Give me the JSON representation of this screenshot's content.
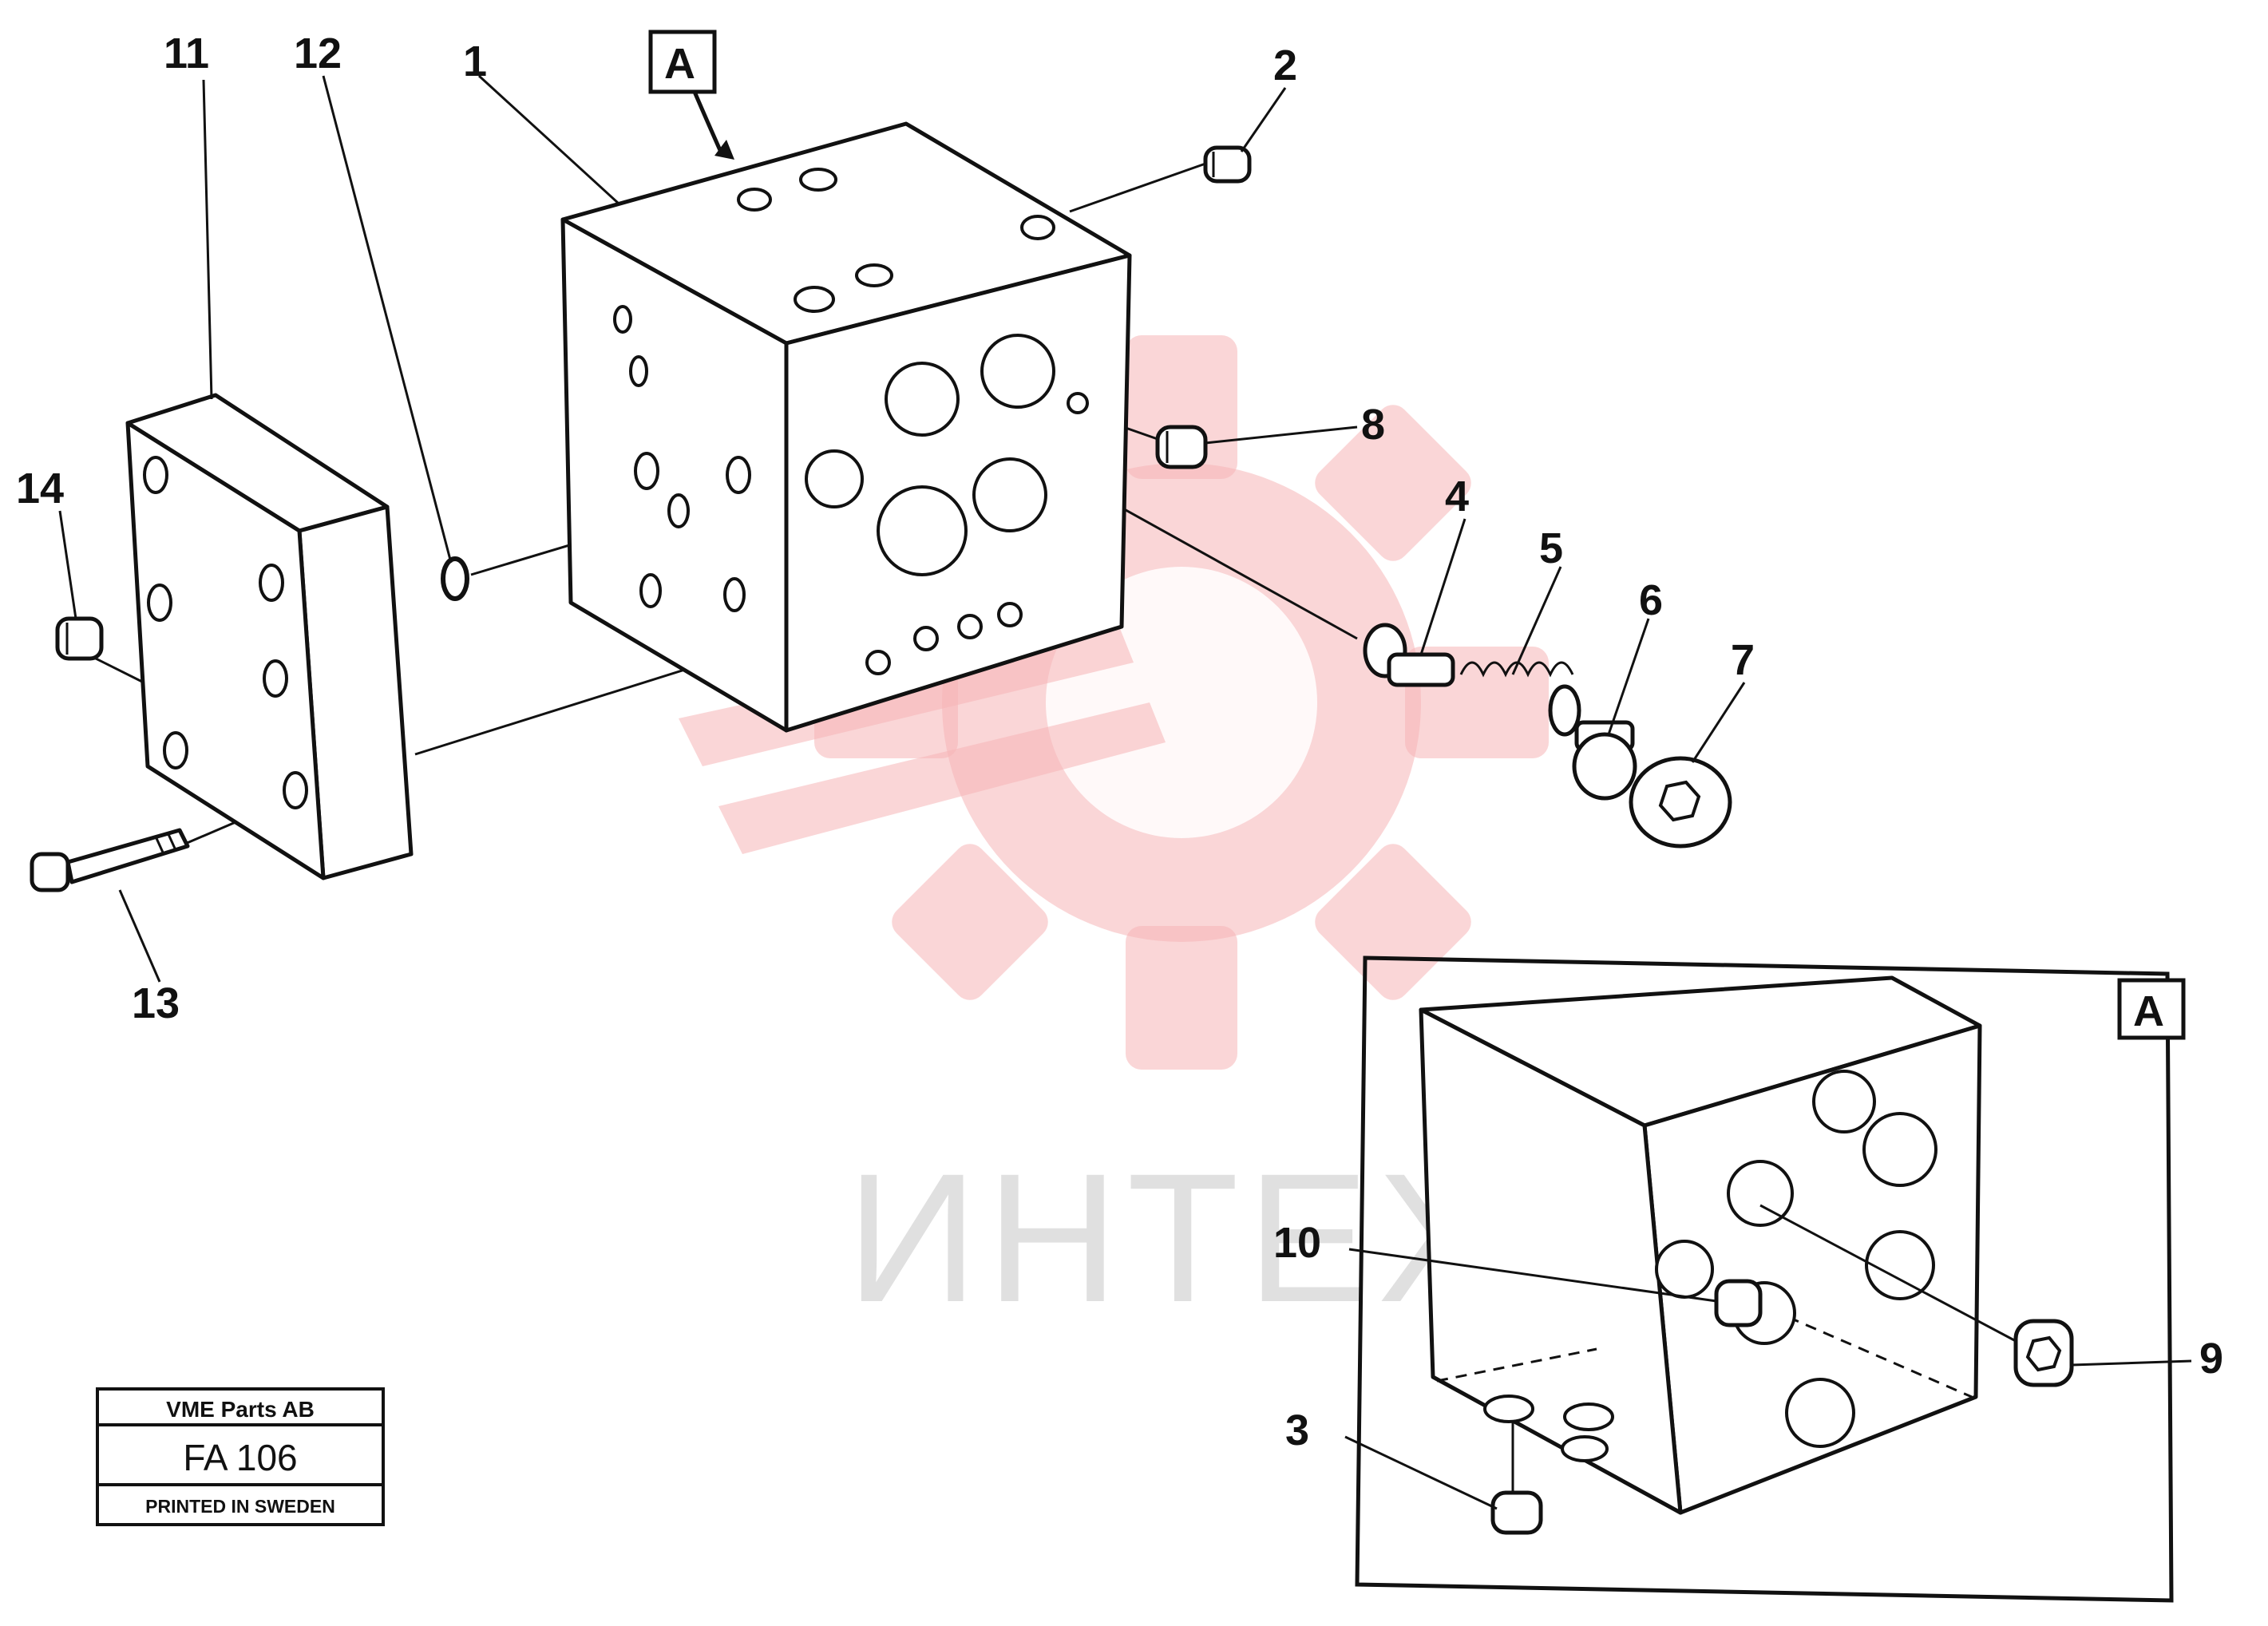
{
  "diagram": {
    "view_marker": "A",
    "inset_marker": "A",
    "watermark_text": "ИНТЕХ",
    "callouts": {
      "p1": "1",
      "p2": "2",
      "p3": "3",
      "p4": "4",
      "p5": "5",
      "p6": "6",
      "p7": "7",
      "p8": "8",
      "p9": "9",
      "p10": "10",
      "p11": "11",
      "p12": "12",
      "p13": "13",
      "p14": "14"
    }
  },
  "title_block": {
    "company": "VME Parts AB",
    "code": "FA 106",
    "printed": "PRINTED IN SWEDEN"
  },
  "colors": {
    "line": "#111111",
    "watermark": "#f6b4b6",
    "watermark_text": "#d9d9d9"
  }
}
